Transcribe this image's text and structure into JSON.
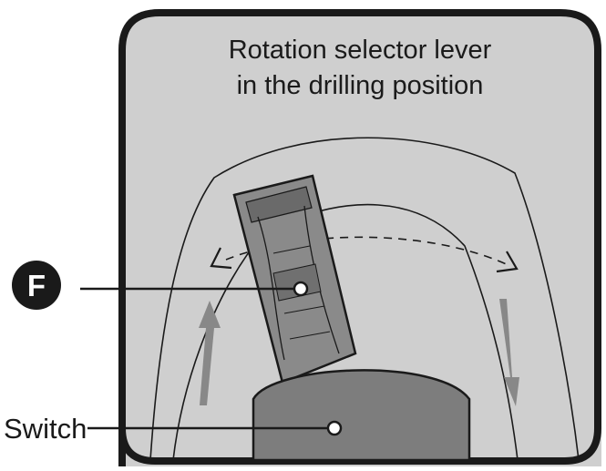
{
  "caption": {
    "line1": "Rotation selector lever",
    "line2": "in the drilling position"
  },
  "callouts": {
    "f_marker": "F",
    "switch_label": "Switch"
  },
  "colors": {
    "panel_fill": "#cfcfcf",
    "panel_border": "#1a1a1a",
    "lever_fill": "#8a8a8a",
    "lever_dark": "#5e5e5e",
    "switch_fill": "#7d7d7d",
    "arrow_fill": "#888888",
    "text": "#1a1a1a"
  },
  "icons": {
    "up_arrow": "up-arrow-icon",
    "down_arrow": "down-arrow-icon",
    "rotation_arc": "dashed-rotation-arc"
  }
}
